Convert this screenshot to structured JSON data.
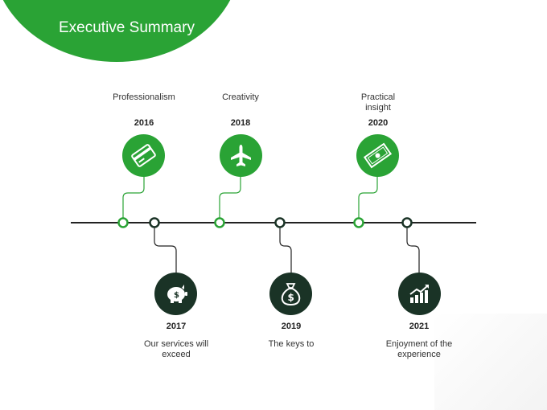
{
  "title": "Executive Summary",
  "colors": {
    "green": "#2aa335",
    "dark": "#1a3326",
    "line": "#222222"
  },
  "milestones": [
    {
      "year": "2016",
      "label": "Professionalism",
      "icon": "credit-card-icon"
    },
    {
      "year": "2017",
      "label": "Our services will exceed",
      "icon": "piggy-bank-icon"
    },
    {
      "year": "2018",
      "label": "Creativity",
      "icon": "airplane-icon"
    },
    {
      "year": "2019",
      "label": "The keys to",
      "icon": "money-bag-icon"
    },
    {
      "year": "2020",
      "label": "Practical insight",
      "icon": "banknote-icon"
    },
    {
      "year": "2021",
      "label": "Enjoyment of the experience",
      "icon": "growth-chart-icon"
    }
  ]
}
